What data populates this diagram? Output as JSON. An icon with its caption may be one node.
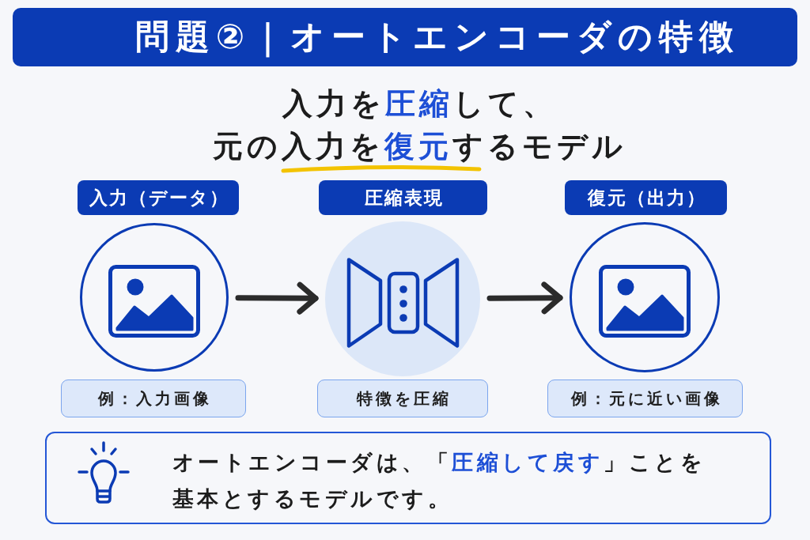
{
  "diagram": {
    "title": "問題②｜オートエンコーダの特徴",
    "nodes": [
      {
        "text": [
          "入力（データ）"
        ]
      },
      {
        "text": [
          "圧縮表現"
        ]
      },
      {
        "text": [
          "復元（出力）"
        ]
      },
      {
        "text": [],
        "shape": "circle"
      },
      {
        "text": [],
        "shape": "circle"
      },
      {
        "text": [],
        "shape": "circle"
      },
      {
        "text": [
          "例：入力画像"
        ]
      },
      {
        "text": [
          "特徴を圧縮"
        ]
      },
      {
        "text": [
          "例：元に近い画像"
        ]
      },
      {
        "text": [
          "オートエンコーダは、「**圧縮して戻す**」ことを基本とするモデルです。"
        ]
      }
    ],
    "edges": [
      {
        "from": 3,
        "to": 4,
        "arrow": "to"
      },
      {
        "from": 4,
        "to": 5,
        "arrow": "to"
      }
    ],
    "labels": [
      "入力を**圧縮**して、",
      "元の入力を**復元**するモデル"
    ]
  }
}
